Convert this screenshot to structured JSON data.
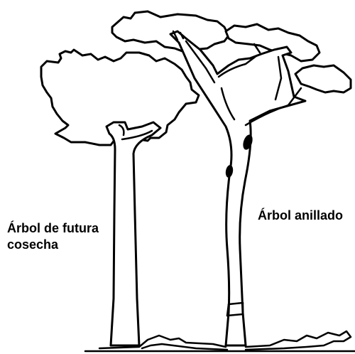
{
  "labels": {
    "future_harvest_tree_line1": "Árbol de futura",
    "future_harvest_tree_line2": "cosecha",
    "girdled_tree": "Árbol anillado"
  },
  "colors": {
    "stroke": "#000000",
    "fill": "#ffffff"
  }
}
